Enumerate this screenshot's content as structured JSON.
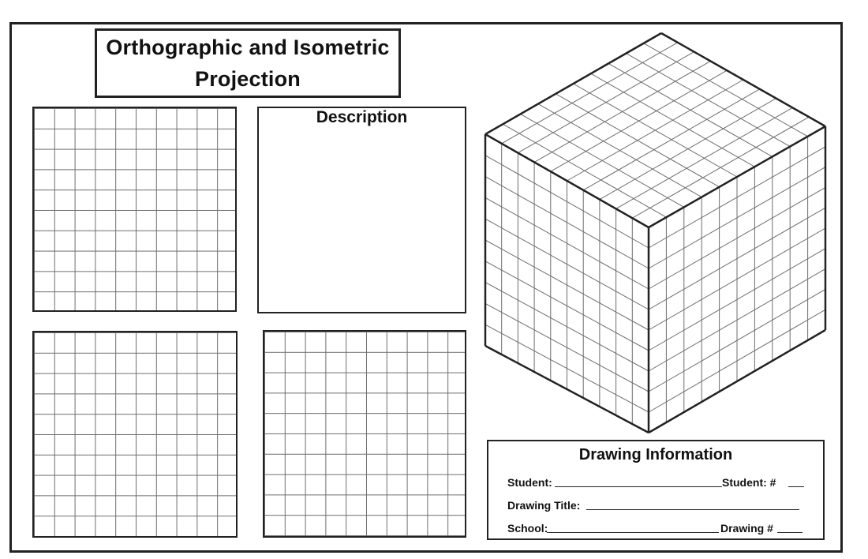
{
  "title": {
    "line1": "Orthographic and Isometric",
    "line2": "Projection"
  },
  "description": {
    "heading": "Description"
  },
  "drawing_info": {
    "heading": "Drawing Information",
    "student_label": "Student:",
    "student_number_label": "Student: #",
    "drawing_title_label": "Drawing Title:",
    "school_label": "School:",
    "drawing_number_label": "Drawing #"
  },
  "colors": {
    "ink": "#222222",
    "grid_line": "#6d6d6d",
    "paper": "#ffffff"
  }
}
